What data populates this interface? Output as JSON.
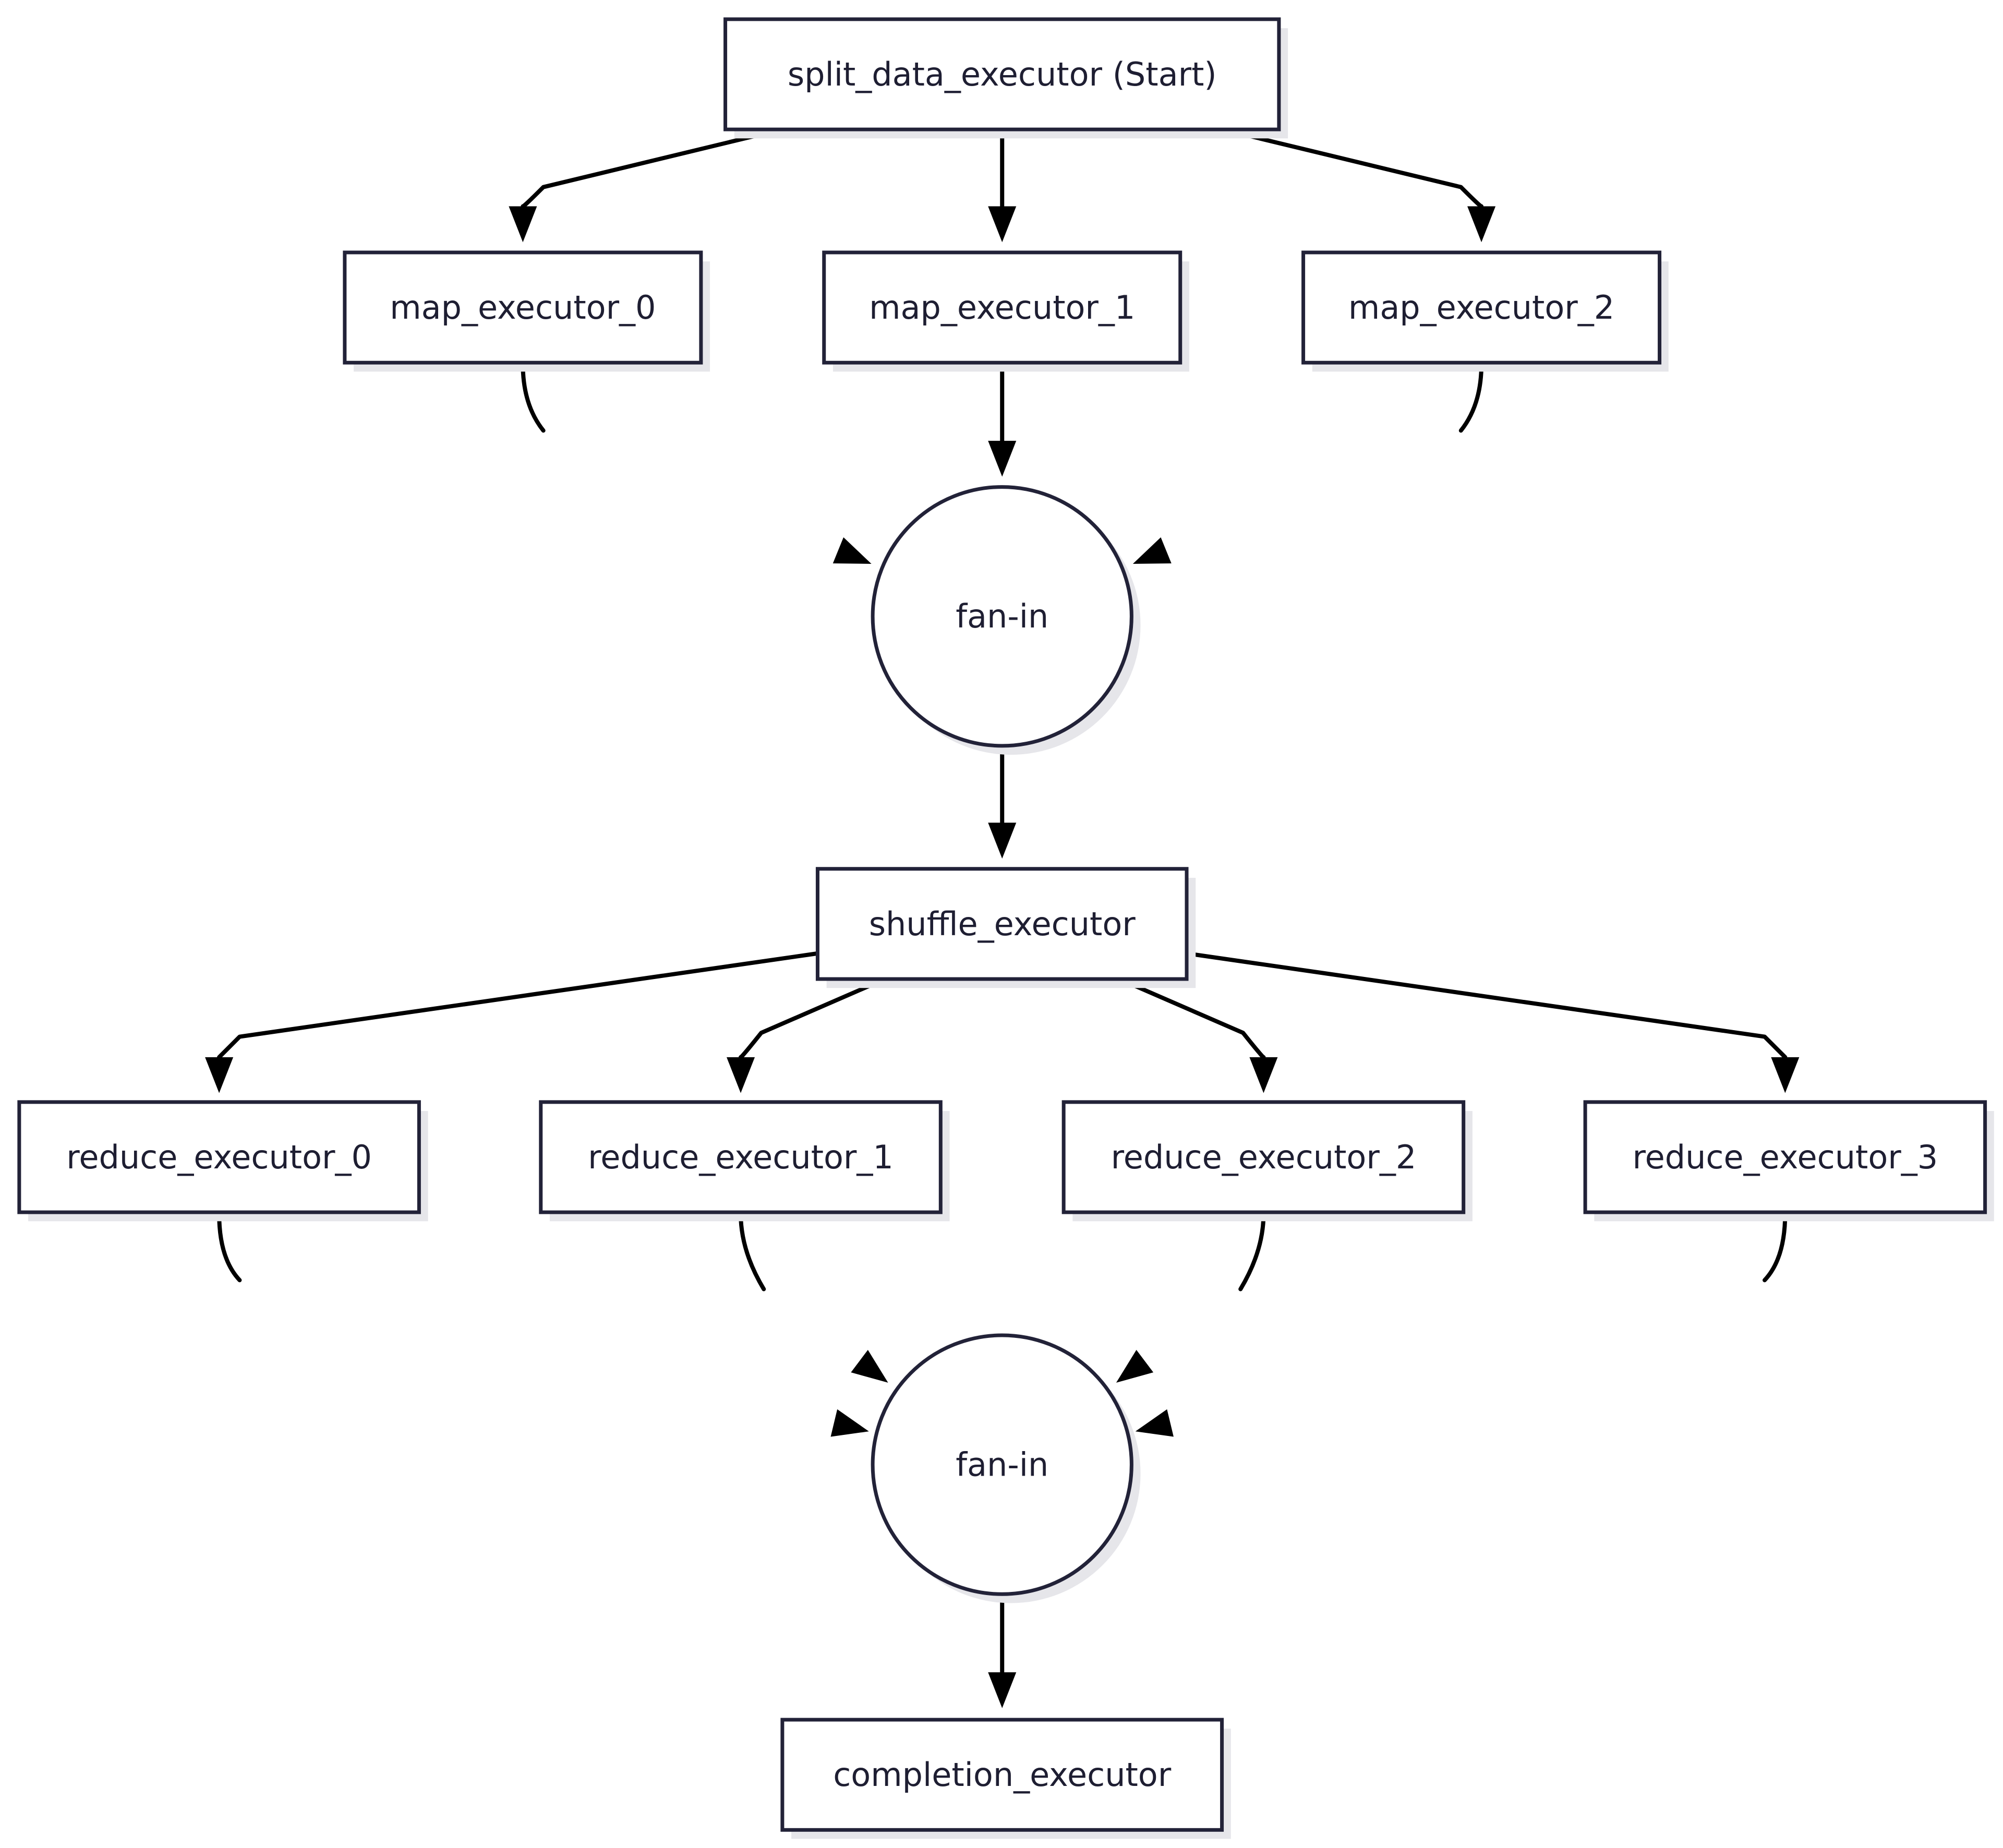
{
  "diagram": {
    "type": "flowchart",
    "nodes": [
      {
        "id": "split",
        "label": "split_data_executor (Start)",
        "shape": "rect"
      },
      {
        "id": "map0",
        "label": "map_executor_0",
        "shape": "rect"
      },
      {
        "id": "map1",
        "label": "map_executor_1",
        "shape": "rect"
      },
      {
        "id": "map2",
        "label": "map_executor_2",
        "shape": "rect"
      },
      {
        "id": "fanin1",
        "label": "fan-in",
        "shape": "circle"
      },
      {
        "id": "shuffle",
        "label": "shuffle_executor",
        "shape": "rect"
      },
      {
        "id": "reduce0",
        "label": "reduce_executor_0",
        "shape": "rect"
      },
      {
        "id": "reduce1",
        "label": "reduce_executor_1",
        "shape": "rect"
      },
      {
        "id": "reduce2",
        "label": "reduce_executor_2",
        "shape": "rect"
      },
      {
        "id": "reduce3",
        "label": "reduce_executor_3",
        "shape": "rect"
      },
      {
        "id": "fanin2",
        "label": "fan-in",
        "shape": "circle"
      },
      {
        "id": "completion",
        "label": "completion_executor",
        "shape": "rect"
      }
    ],
    "edges": [
      {
        "from": "split",
        "to": "map0"
      },
      {
        "from": "split",
        "to": "map1"
      },
      {
        "from": "split",
        "to": "map2"
      },
      {
        "from": "map0",
        "to": "fanin1"
      },
      {
        "from": "map1",
        "to": "fanin1"
      },
      {
        "from": "map2",
        "to": "fanin1"
      },
      {
        "from": "fanin1",
        "to": "shuffle"
      },
      {
        "from": "shuffle",
        "to": "reduce0"
      },
      {
        "from": "shuffle",
        "to": "reduce1"
      },
      {
        "from": "shuffle",
        "to": "reduce2"
      },
      {
        "from": "shuffle",
        "to": "reduce3"
      },
      {
        "from": "reduce0",
        "to": "fanin2"
      },
      {
        "from": "reduce1",
        "to": "fanin2"
      },
      {
        "from": "reduce2",
        "to": "fanin2"
      },
      {
        "from": "reduce3",
        "to": "fanin2"
      },
      {
        "from": "fanin2",
        "to": "completion"
      }
    ]
  },
  "colors": {
    "node_stroke": "#222238",
    "node_fill": "#ffffff",
    "label_text": "#1e1e32",
    "edge": "#000000",
    "shadow": "#e6e6ea"
  }
}
